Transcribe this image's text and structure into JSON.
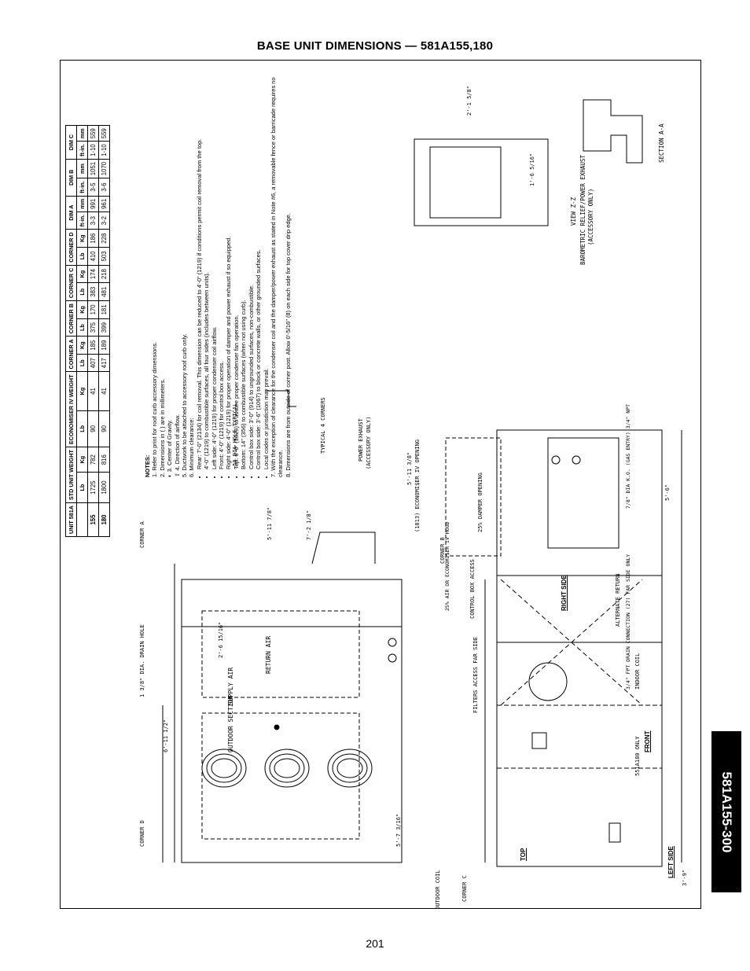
{
  "page": {
    "title": "BASE UNIT DIMENSIONS — 581A155,180",
    "side_tab": "581A155-300",
    "page_number": "201"
  },
  "table": {
    "headers": [
      "UNIT 581A",
      "STD UNIT WEIGHT",
      "ECONOMISER IV WEIGHT",
      "CORNER A",
      "CORNER B",
      "CORNER C",
      "CORNER D",
      "DIM A",
      "DIM B",
      "DIM C"
    ],
    "subheaders": [
      "",
      "Lb",
      "Kg",
      "Lb",
      "Kg",
      "Lb",
      "Kg",
      "Lb",
      "Kg",
      "Lb",
      "Kg",
      "Lb",
      "Kg",
      "ft-in.",
      "mm",
      "ft-in.",
      "mm",
      "ft-in.",
      "mm"
    ],
    "rows": [
      [
        "155",
        "1725",
        "782",
        "90",
        "41",
        "407",
        "185",
        "375",
        "170",
        "383",
        "174",
        "410",
        "186",
        "3-3",
        "991",
        "3-5",
        "1051",
        "1-10",
        "559"
      ],
      [
        "180",
        "1800",
        "816",
        "90",
        "41",
        "417",
        "189",
        "399",
        "181",
        "481",
        "218",
        "503",
        "228",
        "3-2",
        "961",
        "3-6",
        "1070",
        "1-10",
        "559"
      ]
    ]
  },
  "notes": {
    "title": "NOTES:",
    "items": [
      "1. Refer to print for roof curb accessory dimensions.",
      "2. Dimensions in ( ) are in millimeters.",
      "3. Center of Gravity.",
      "4. Direction of airflow.",
      "5. Ductwork to be attached to accessory roof curb only.",
      "6. Minimum clearance:"
    ],
    "clearances": [
      "Rear: 7'-0\" (2134) for coil removal. This dimension can be reduced to 4'-0\" (1219) if conditions permit coil removal from the top.",
      "4'-0\" (1219) to combustible surfaces, all four sides (includes between units).",
      "Left side: 4'-0\" (1219) for proper condenser coil airflow.",
      "Front: 4'-0\" (1219) for control box access.",
      "Right side: 4'-0\" (1219) for proper operation of damper and power exhaust if so equipped.",
      "Top: 6'-0\" (1829) to assure proper condenser fan operation.",
      "Bottom: 14\" (356) to combustible surfaces (when not using curb).",
      "Control box side: 3'-0\" (914) to ungrounded surfaces, non-combustible.",
      "Control box side: 3'-6\" (1067) to block or concrete walls, or other grounded surfaces.",
      "Local codes or jurisdiction may prevail."
    ],
    "tail": [
      "7. With the exception of clearance for the condenser coil and the damper/power exhaust as stated in Note #6, a removable fence or barricade requires no clearance.",
      "8. Dimensions are from outside of corner post. Allow 0'-5/16\" (8) on each side for top cover drip edge."
    ]
  },
  "drawing": {
    "labels": {
      "top": "TOP",
      "front": "FRONT",
      "left_side": "LEFT SIDE",
      "right_side": "RIGHT SIDE",
      "view_zz": "VIEW Z-Z",
      "baro": "BAROMETRIC RELIEF/POWER EXHAUST",
      "baro_sub": "(ACCESSORY ONLY)",
      "section": "SECTION A-A",
      "outdoor_section": "OUTDOOR SECTION",
      "supply_air": "SUPPLY AIR",
      "return_air": "RETURN AIR",
      "power_exhaust": "POWER EXHAUST",
      "power_exhaust_sub": "(ACCESSORY ONLY)",
      "corner_a": "CORNER A",
      "corner_b": "CORNER B",
      "corner_c": "CORNER C",
      "corner_d": "CORNER D",
      "drain_hole": "1 3/8\" DIA. DRAIN HOLE",
      "control_box": "CONTROL BOX ACCESS",
      "filters": "FILTERS ACCESS FAR SIDE",
      "indoor_coil": "INDOOR COIL",
      "outdoor_coil": "OUTDOOR COIL",
      "alternate_return": "ALTERNATE RETURN",
      "drain_conn": "3/4\" FPT DRAIN CONNECTION (27) FAR SIDE ONLY",
      "model_only": "551A180 ONLY",
      "econ_opening": "(1813) ECONOMI$ER IV OPENING",
      "damper_opening": "25% DAMPER OPENING",
      "econ_hood": "25% AIR OR ECONOMI$ER IV HOOD",
      "gas_entry": "7/8\" DIA K.O. (GAS ENTRY) 3/4\" NPT",
      "dia_hole": ".50 DIA HOLE TYPICAL",
      "typical_corners": "TYPICAL 4 CORNERS",
      "dim_1": "5'-11 3/8\"",
      "dim_2": "5'-11 7/8\"",
      "dim_3": "6'-11 1/2\"",
      "dim_4": "5'-7 3/16\"",
      "dim_5": "5'-6\"",
      "dim_6": "3'-9\"",
      "dim_7": "2'-6 15/16\"",
      "dim_8": "7'-2 1/8\"",
      "dim_9": "2'-1 5/8\"",
      "dim_10": "1'-6 5/16\""
    }
  }
}
